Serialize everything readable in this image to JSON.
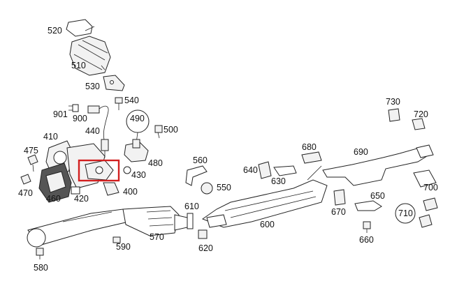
{
  "diagram": {
    "labels": [
      {
        "id": "520",
        "text": "520"
      },
      {
        "id": "510",
        "text": "510"
      },
      {
        "id": "530",
        "text": "530"
      },
      {
        "id": "540",
        "text": "540"
      },
      {
        "id": "901",
        "text": "901"
      },
      {
        "id": "900",
        "text": "900"
      },
      {
        "id": "490",
        "text": "490"
      },
      {
        "id": "500",
        "text": "500"
      },
      {
        "id": "440",
        "text": "440"
      },
      {
        "id": "410",
        "text": "410"
      },
      {
        "id": "475",
        "text": "475"
      },
      {
        "id": "480",
        "text": "480"
      },
      {
        "id": "430",
        "text": "430"
      },
      {
        "id": "470",
        "text": "470"
      },
      {
        "id": "460",
        "text": "460"
      },
      {
        "id": "420",
        "text": "420"
      },
      {
        "id": "400",
        "text": "400"
      },
      {
        "id": "560",
        "text": "560"
      },
      {
        "id": "550",
        "text": "550"
      },
      {
        "id": "640",
        "text": "640"
      },
      {
        "id": "630",
        "text": "630"
      },
      {
        "id": "680",
        "text": "680"
      },
      {
        "id": "690",
        "text": "690"
      },
      {
        "id": "730",
        "text": "730"
      },
      {
        "id": "720",
        "text": "720"
      },
      {
        "id": "700",
        "text": "700"
      },
      {
        "id": "650",
        "text": "650"
      },
      {
        "id": "670",
        "text": "670"
      },
      {
        "id": "610",
        "text": "610"
      },
      {
        "id": "600",
        "text": "600"
      },
      {
        "id": "710",
        "text": "710"
      },
      {
        "id": "660",
        "text": "660"
      },
      {
        "id": "620",
        "text": "620"
      },
      {
        "id": "570",
        "text": "570"
      },
      {
        "id": "590",
        "text": "590"
      },
      {
        "id": "580",
        "text": "580"
      }
    ],
    "highlight_color": "#d21f1f"
  }
}
